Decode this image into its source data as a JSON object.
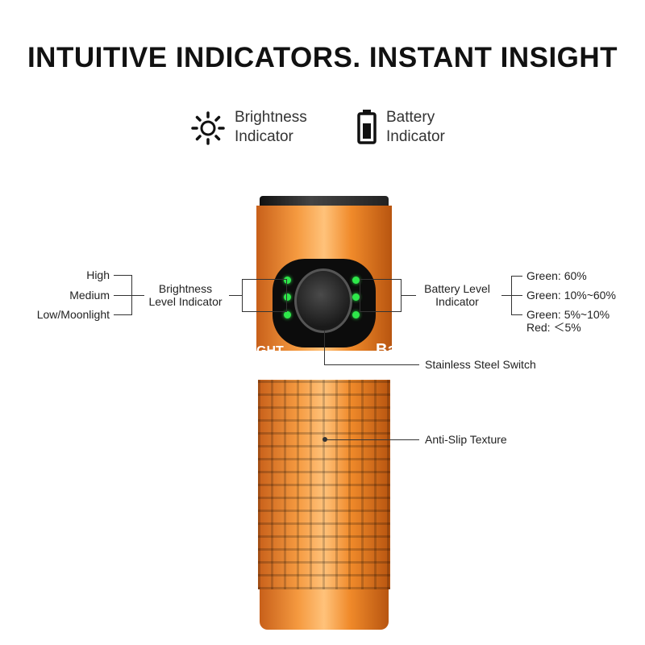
{
  "title": "INTUITIVE INDICATORS. INSTANT INSIGHT",
  "legend": [
    {
      "icon": "sun-icon",
      "line1": "Brightness",
      "line2": "Indicator"
    },
    {
      "icon": "battery-icon",
      "line1": "Battery",
      "line2": "Indicator"
    }
  ],
  "brightness_levels": [
    "High",
    "Medium",
    "Low/Moonlight"
  ],
  "brightness_label": {
    "line1": "Brightness",
    "line2": "Level Indicator"
  },
  "battery_label": {
    "line1": "Battery Level",
    "line2": "Indicator"
  },
  "battery_levels": [
    "Green:  60%",
    "Green: 10%~60%",
    "Green: 5%~10%",
    "Red: ＜5%"
  ],
  "switch_label": "Stainless Steel Switch",
  "texture_label": "Anti-Slip Texture",
  "body_text": {
    "left": "GHT",
    "right": "Ba"
  },
  "colors": {
    "body": "#f08a2a",
    "led": "#2ee84a"
  }
}
